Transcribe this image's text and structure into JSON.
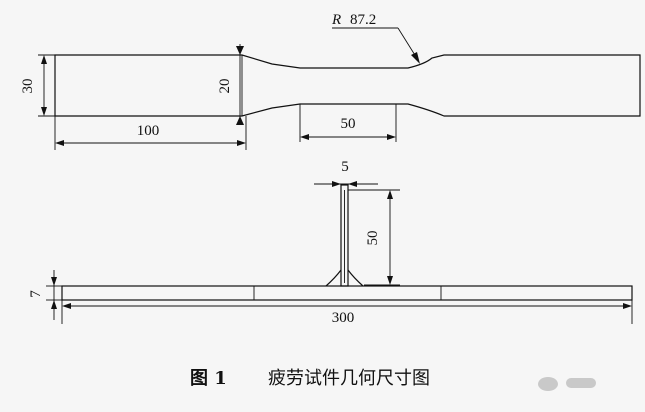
{
  "drawing": {
    "radius_prefix": "R",
    "radius_value": "87.2",
    "dim_grip_width": "30",
    "dim_gauge_width": "20",
    "dim_grip_length": "100",
    "dim_gauge_length": "50",
    "dim_rib_thickness": "5",
    "dim_rib_height": "50",
    "dim_plate_thickness": "7",
    "dim_total_length": "300"
  },
  "caption": {
    "figure_label": "图 1",
    "title": "疲劳试件几何尺寸图"
  }
}
